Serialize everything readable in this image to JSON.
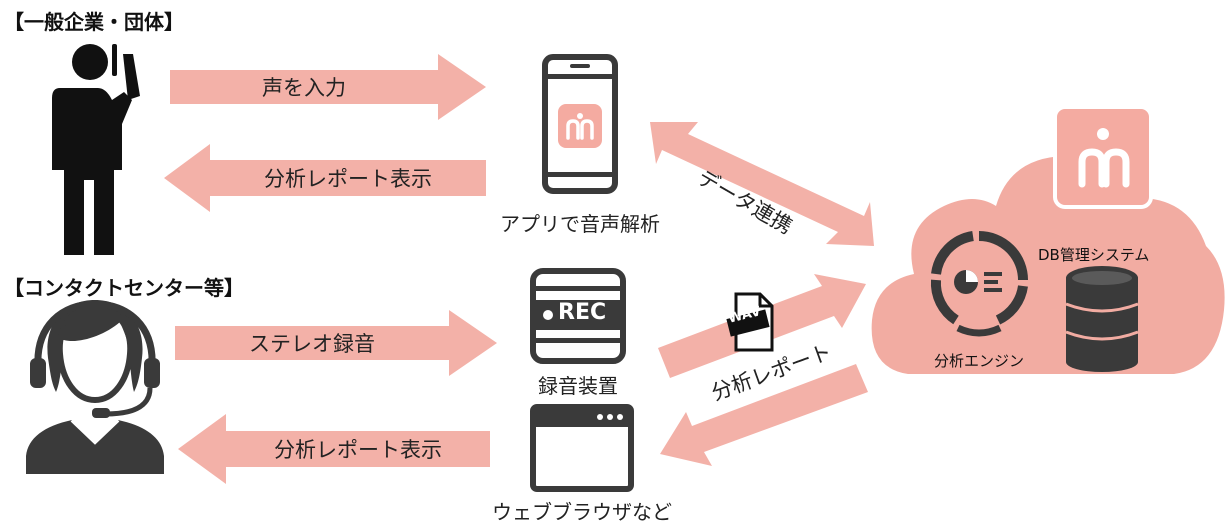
{
  "labels": {
    "general": "【一般企業・団体】",
    "contact_center": "【コンタクトセンター等】"
  },
  "arrows": {
    "voice_input": "声を入力",
    "report_display_top": "分析レポート表示",
    "stereo_recording": "ステレオ録音",
    "report_display_bottom": "分析レポート表示",
    "data_link": "データ連携",
    "analysis_report": "分析レポート"
  },
  "devices": {
    "app_caption": "アプリで音声解析",
    "recorder_badge": "REC",
    "recorder_caption": "録音装置",
    "browser_caption": "ウェブブラウザなど",
    "wav_badge": "WAV"
  },
  "cloud": {
    "engine_caption": "分析エンジン",
    "db_caption": "DB管理システム"
  },
  "colors": {
    "accent": "#f4aba1",
    "arrow": "#f3b1a8",
    "dark": "#3a3a3a",
    "cloud": "#f2aca2"
  }
}
